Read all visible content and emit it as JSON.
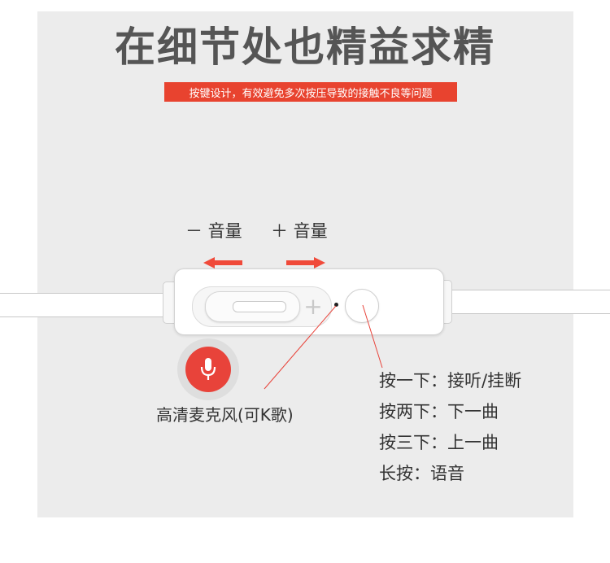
{
  "headline": "在细节处也精益求精",
  "subtitle": "按键设计，有效避免多次按压导致的接触不良等问题",
  "volume": {
    "minus_label": "－ 音量",
    "plus_label": "＋ 音量",
    "plus_glyph": "+"
  },
  "microphone": {
    "label": "高清麦克风(可K歌)"
  },
  "functions": [
    "按一下：接听/挂断",
    "按两下：下一曲",
    "按三下：上一曲",
    "长按：语音"
  ],
  "colors": {
    "accent_red": "#e8432f",
    "arrow_red": "#f04a3a",
    "headline_gray": "#555555",
    "panel_bg": "#ececec"
  },
  "icons": {
    "mic": "microphone-icon",
    "arrow_left": "arrow-left-icon",
    "arrow_right": "arrow-right-icon"
  }
}
